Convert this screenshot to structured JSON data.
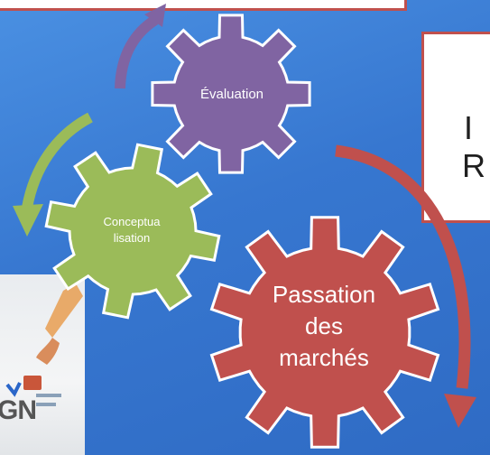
{
  "gears": [
    {
      "label": "Évaluation",
      "color": "#8064a2"
    },
    {
      "label_lines": [
        "Conceptua",
        "lisation"
      ],
      "color": "#9bbb59"
    },
    {
      "label_lines": [
        "Passation",
        "des",
        "marchés"
      ],
      "color": "#c0504d"
    }
  ],
  "right_box": {
    "line1": "I",
    "line2": "R"
  },
  "photo": {
    "text": "GN"
  },
  "colors": {
    "purple": "#8064a2",
    "green": "#9bbb59",
    "red": "#c0504d",
    "background": "#3a7dd6"
  }
}
